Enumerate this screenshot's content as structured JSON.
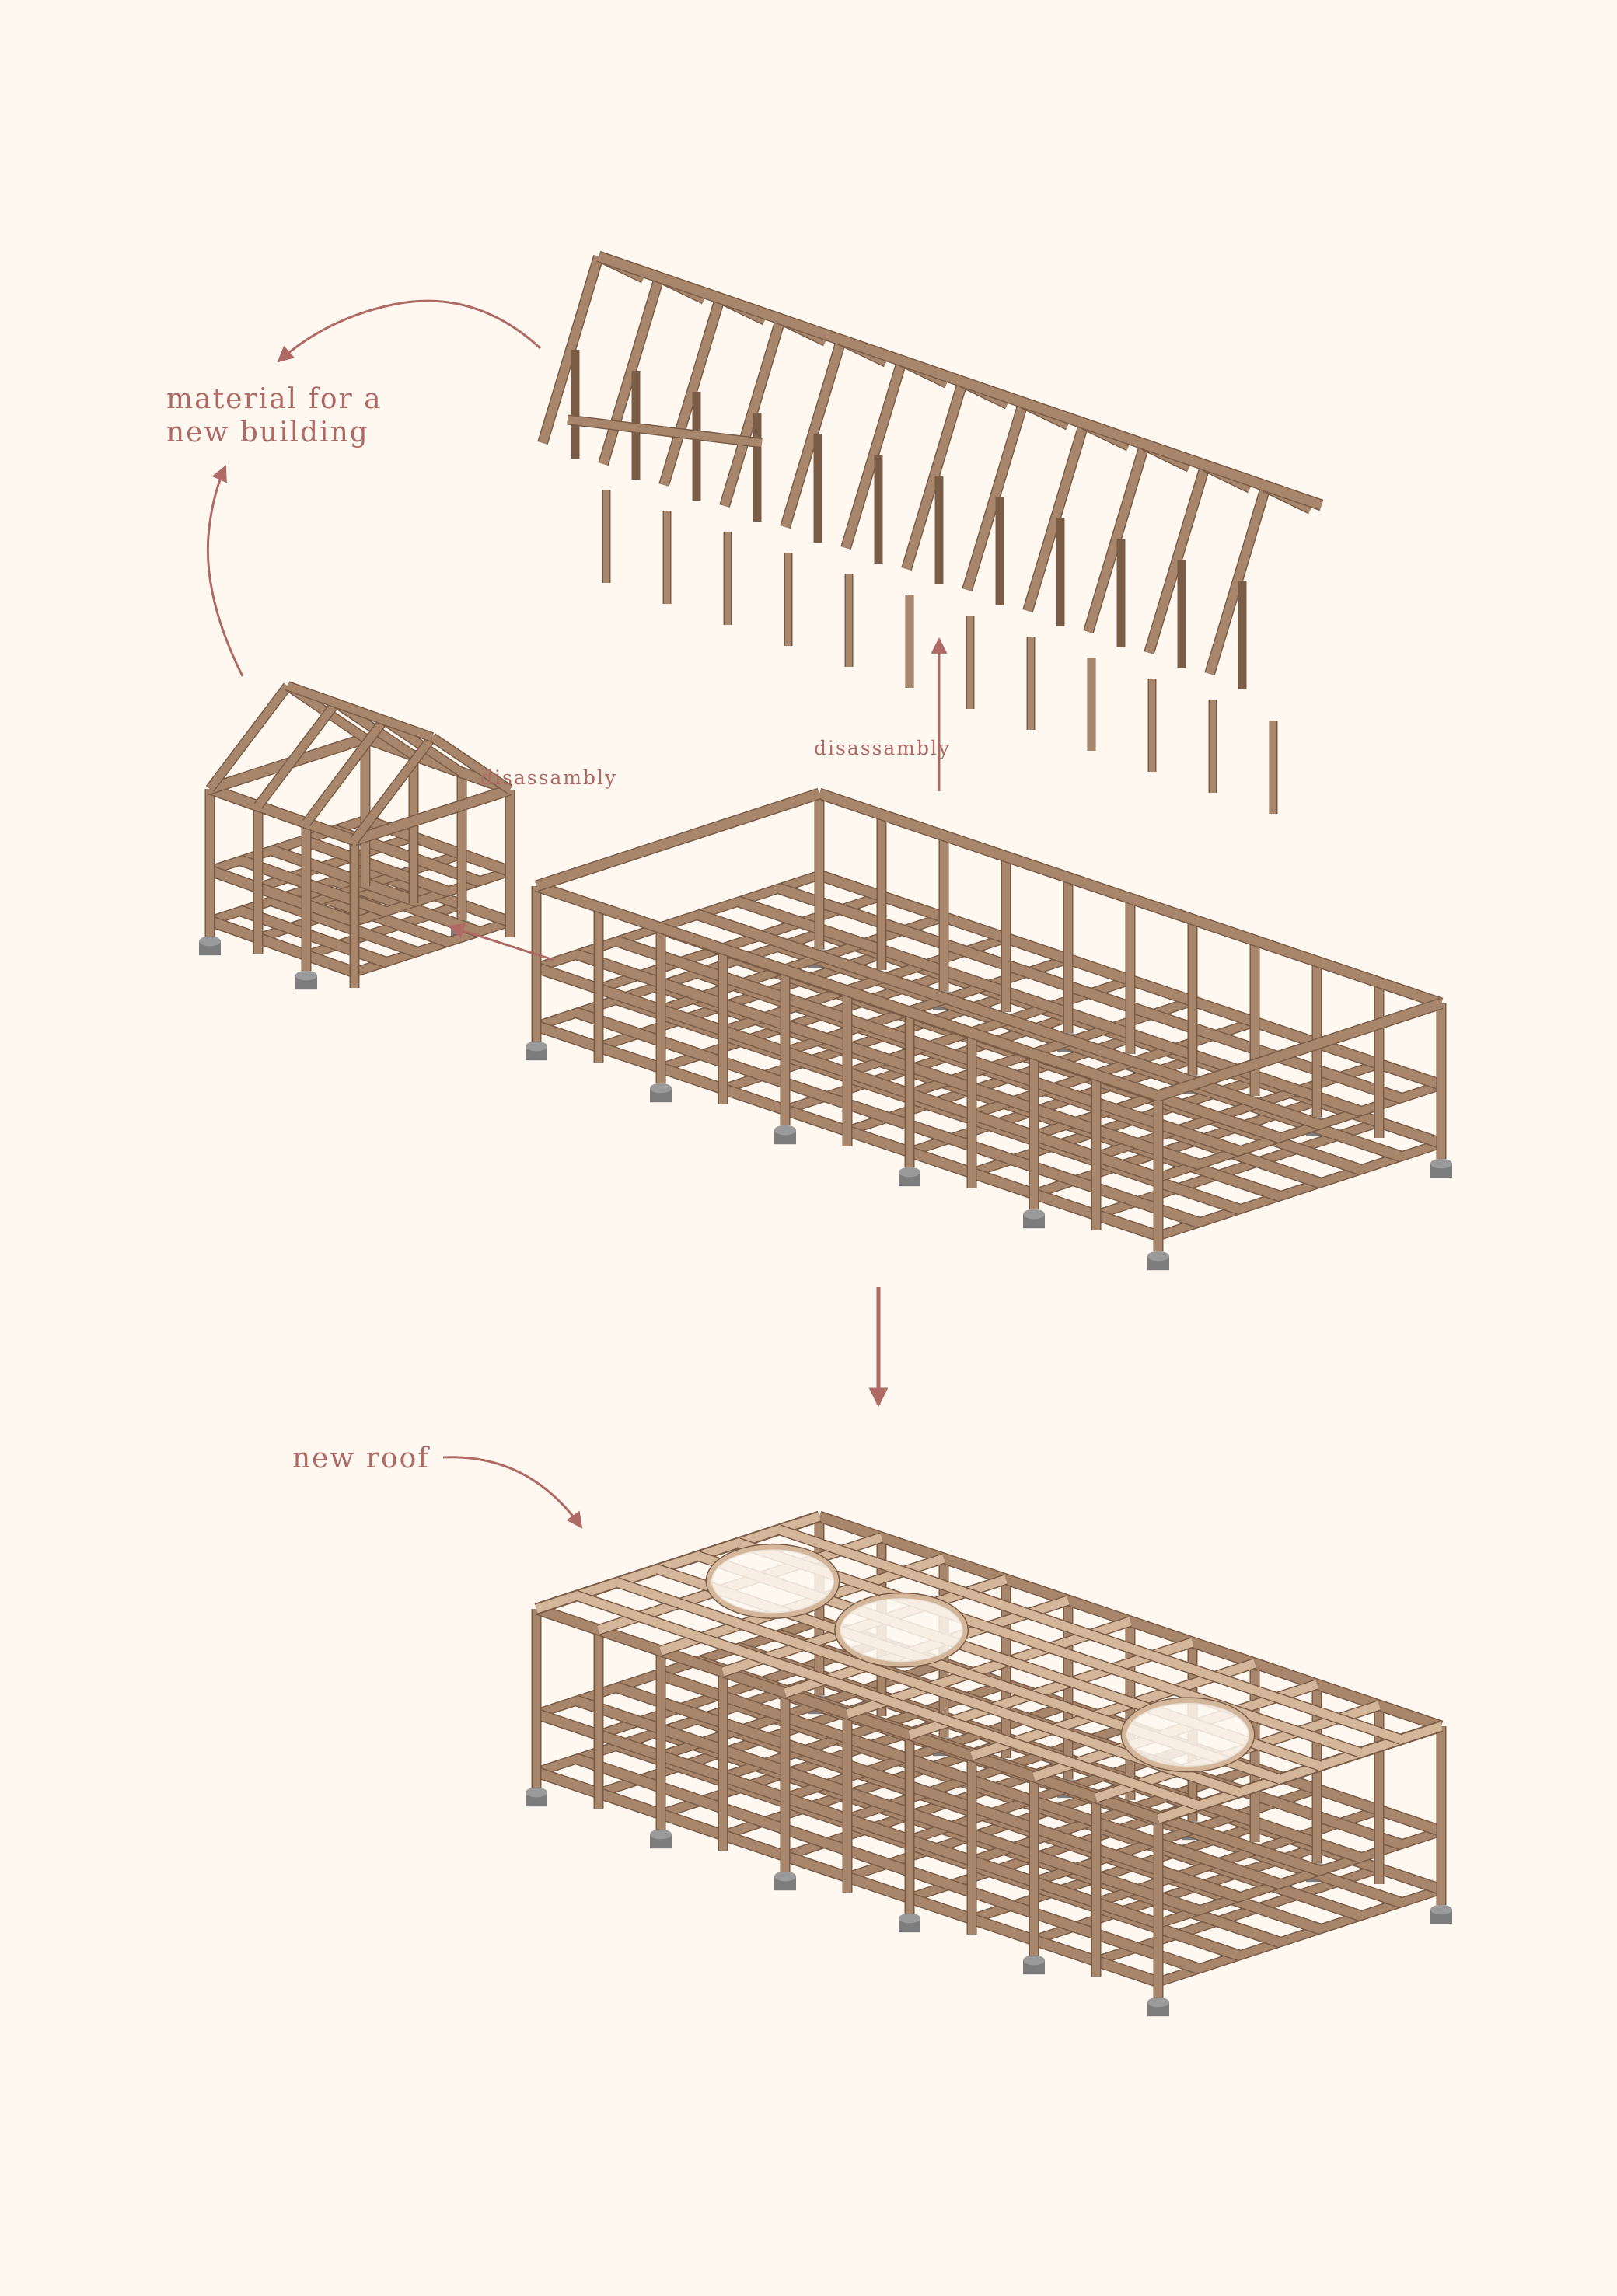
{
  "labels": {
    "material": "material for a\nnew building",
    "disassembly_left": "disassambly",
    "disassembly_right": "disassambly",
    "new_roof": "new roof"
  },
  "colors": {
    "background": "#fef8f1",
    "timber": "#a8866b",
    "timber_dark": "#7a5c47",
    "timber_light": "#d4b79a",
    "footing": "#7d7d7d",
    "annotation": "#b06a66"
  }
}
